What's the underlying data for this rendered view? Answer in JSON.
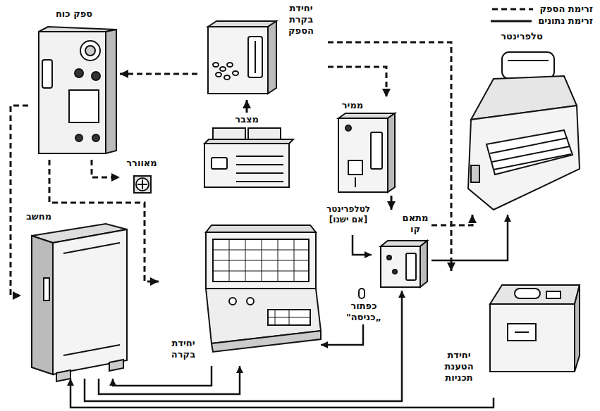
{
  "diagram": {
    "nodes": [
      {
        "text": [
          "ספק כוח"
        ]
      },
      {
        "text": [
          "יחידת בקרת הספק"
        ]
      },
      {
        "text": [
          "מצבר"
        ]
      },
      {
        "text": [
          "מאוורר"
        ]
      },
      {
        "text": [
          "ממיר"
        ]
      },
      {
        "text": [
          "טלפרינטר"
        ]
      },
      {
        "text": [
          "מתאם קו"
        ]
      },
      {
        "text": [
          "כפתור „כניסה\""
        ]
      },
      {
        "text": [
          "מחשב"
        ]
      },
      {
        "text": [
          "יחידת בקרה"
        ]
      },
      {
        "text": [
          "יחידת הטענת תכניות"
        ]
      }
    ],
    "edges": [
      {
        "from": 1,
        "to": 0,
        "arrow": "to"
      },
      {
        "from": 2,
        "to": 1,
        "arrow": "to"
      },
      {
        "from": 1,
        "to": 4,
        "arrow": "to"
      },
      {
        "from": 4,
        "to": 6,
        "arrow": "to"
      },
      {
        "from": 1,
        "to": 10,
        "arrow": "to"
      },
      {
        "from": 0,
        "to": 3,
        "arrow": "to"
      },
      {
        "from": 0,
        "to": 8,
        "arrow": "to"
      },
      {
        "from": 0,
        "to": 9,
        "arrow": "to"
      },
      {
        "from": 6,
        "to": 5,
        "arrow": "to"
      },
      {
        "from": 6,
        "to": 5,
        "arrow": "to"
      },
      {
        "from": 8,
        "to": 9,
        "arrow": "to"
      },
      {
        "from": 9,
        "to": 8,
        "arrow": "to"
      },
      {
        "from": 7,
        "to": 9,
        "arrow": "to"
      },
      {
        "from": 8,
        "to": 6,
        "arrow": "to"
      },
      {
        "from": 10,
        "to": 8,
        "arrow": "to"
      }
    ],
    "labels": [
      "לטלפרינטר [אם ישנו]"
    ],
    "legend": [
      {
        "text": "זרימת הספק"
      },
      {
        "text": "זרימת נתונים"
      }
    ]
  }
}
